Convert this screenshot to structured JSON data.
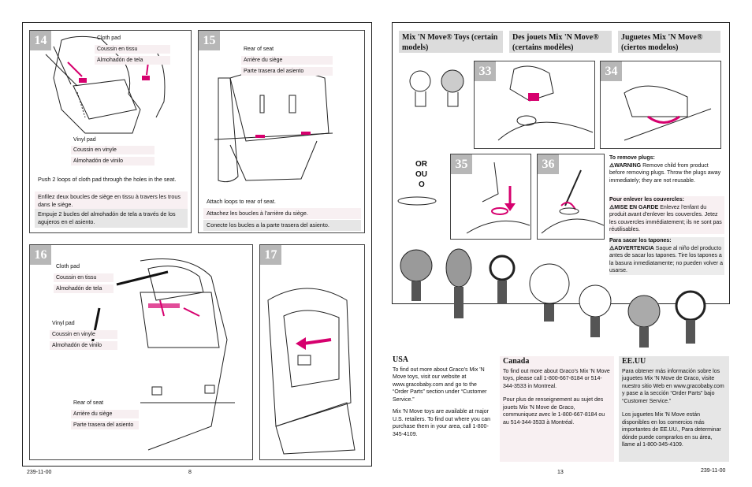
{
  "left_page": {
    "step14": {
      "number": "14",
      "label_top": [
        "Cloth pad",
        "Coussin en tissu",
        "Almohadón de tela"
      ],
      "label_bottom": [
        "Vinyl pad",
        "Coussin en vinyle",
        "Almohadón de vinilo"
      ],
      "instructions": [
        "Push 2 loops of cloth pad through the holes in the seat.",
        "Enfilez deux boucles de siège en tissu à travers les trous dans le siège.",
        "Empuje 2 bucles del almohadón de tela a través de los agujeros en el asiento."
      ]
    },
    "step15": {
      "number": "15",
      "label_top": [
        "Rear of seat",
        "Arrière du siège",
        "Parte trasera del asiento"
      ],
      "instructions": [
        "Attach loops to rear of seat.",
        "Attachez les boucles à l'arrière du siège.",
        "Conecte los bucles a la parte trasera del asiento."
      ]
    },
    "step16": {
      "number": "16",
      "label_cloth": [
        "Cloth pad",
        "Coussin en tissu",
        "Almohadón de tela"
      ],
      "label_vinyl": [
        "Vinyl pad",
        "Coussin en vinyle",
        "Almohadón de vinilo"
      ],
      "label_rear": [
        "Rear of seat",
        "Arrière du siège",
        "Parte trasera del asiento"
      ]
    },
    "step17": {
      "number": "17"
    },
    "footer_code": "239-11-00",
    "page_number": "8"
  },
  "right_page": {
    "headers": [
      "Mix 'N Move® Toys (certain models)",
      "Des jouets Mix 'N Move® (certains modèles)",
      "Juguetes Mix 'N Move® (ciertos modelos)"
    ],
    "steps": [
      "33",
      "34",
      "35",
      "36"
    ],
    "or_text": [
      "OR",
      "OU",
      "O"
    ],
    "remove_en": {
      "title": "To remove plugs:",
      "warning_word": "WARNING",
      "text": "Remove child from product before removing plugs. Throw the plugs away immediately; they are not reusable."
    },
    "remove_fr": {
      "title": "Pour enlever les couvercles:",
      "warning_word": "MISE EN GARDE",
      "text": "Enlevez l'enfant du produit avant d'enlever les couvercles. Jetez les couvercles immédiatement; ils ne sont pas réutilisables."
    },
    "remove_es": {
      "title": "Para sacar los tapones:",
      "warning_word": "ADVERTENCIA",
      "text": "Saque al niño del producto antes de sacar los tapones. Tire los tapones a la basura inmediatamente; no pueden volver a usarse."
    },
    "usa": {
      "title": "USA",
      "p1": "To find out more about Graco's Mix 'N Move toys, visit our website at www.gracobaby.com and go to the “Order Parts” section under “Customer Service.”",
      "p2": "Mix 'N Move toys are available at major U.S. retailers. To find out where you can purchase them in your area, call 1-800-345-4109."
    },
    "canada": {
      "title": "Canada",
      "p1": "To find out more about Graco's Mix 'N Move toys, please call 1-800-667-8184 or 514-344-3533 in Montreal.",
      "p2": "Pour plus de renseignement au sujet des jouets Mix 'N Move de Graco, communiquez avec le 1-800-667-8184 ou au 514-344-3533 à Montréal."
    },
    "eeuu": {
      "title": "EE.UU",
      "p1": "Para obtener más información sobre los juguetes Mix 'N Move de Graco, visite nuestro sitio Web en www.gracobaby.com y pase a la sección “Order Parts” bajo “Customer Service.”",
      "p2": "Los juguetes Mix 'N Move están disponibles en los comercios más importantes de EE.UU., Para determinar dónde puede comprarlos en su área, llame al 1-800-345-4109."
    },
    "page_number": "13",
    "footer_code": "239-11-00"
  },
  "colors": {
    "accent_pink": "#d6006e",
    "step_grey": "#b7b7b7",
    "header_grey": "#dcdcdc"
  }
}
